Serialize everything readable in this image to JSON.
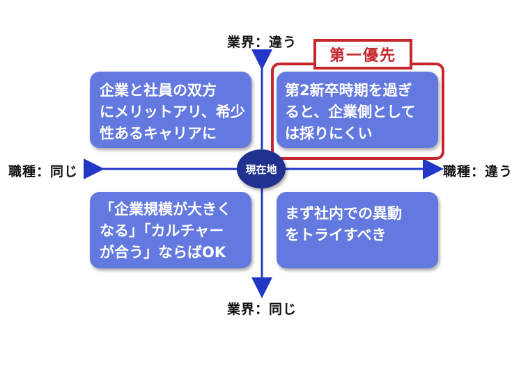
{
  "axes": {
    "top": "業界：違う",
    "bottom": "業界：同じ",
    "left": "職種：同じ",
    "right": "職種：違う"
  },
  "center": {
    "label": "現在地"
  },
  "quadrants": {
    "top_left": "企業と社員の双方\nにメリットアリ、希少\n性あるキャリアに",
    "top_right": "第2新卒時期を過ぎ\nると、企業側として\nは採りにくい",
    "bottom_left": "「企業規模が大きく\nなる」「カルチャー\nが合う」ならばOK",
    "bottom_right": "まず社内での異動\nをトライすべき"
  },
  "highlight": {
    "label": "第一優先",
    "color": "#c6262e"
  },
  "colors": {
    "arrow": "#2237c6",
    "box": "#6379df",
    "center": "#20318f"
  }
}
